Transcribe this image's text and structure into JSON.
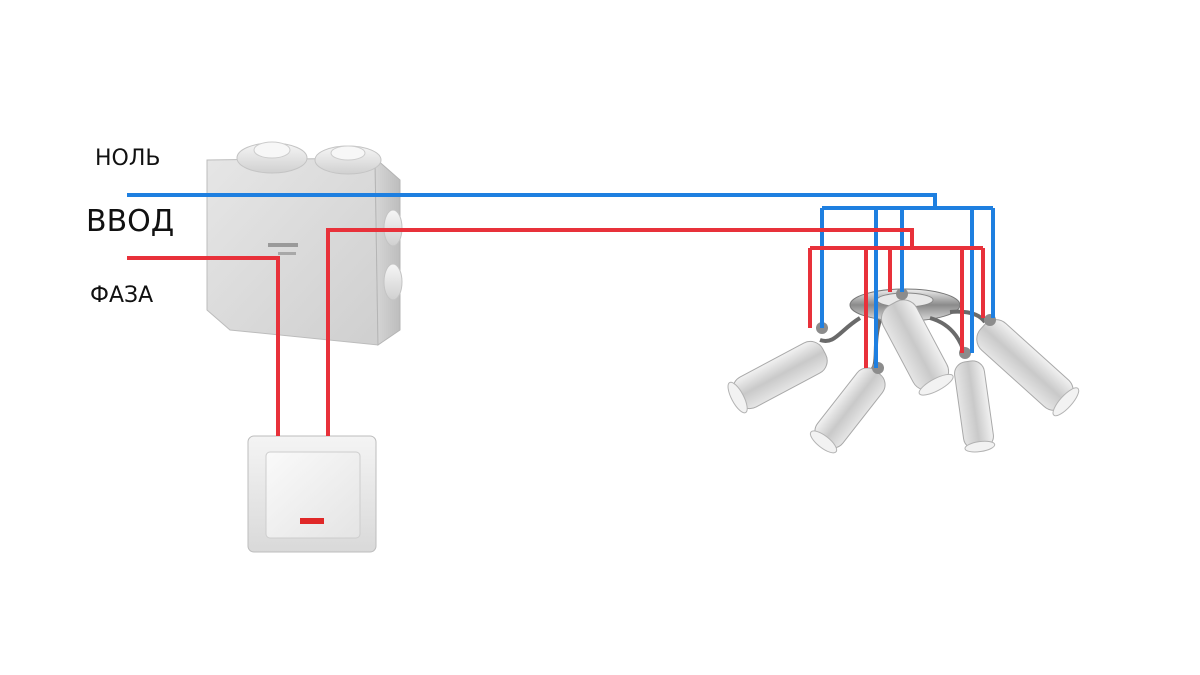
{
  "labels": {
    "neutral": "НОЛЬ",
    "input": "ВВОД",
    "phase": "ФАЗА"
  },
  "colors": {
    "neutral_wire": "#1e7fe0",
    "phase_wire": "#e8313a",
    "background": "#ffffff"
  },
  "icons": [
    "junction-box-icon",
    "light-switch-icon",
    "chandelier-icon"
  ]
}
